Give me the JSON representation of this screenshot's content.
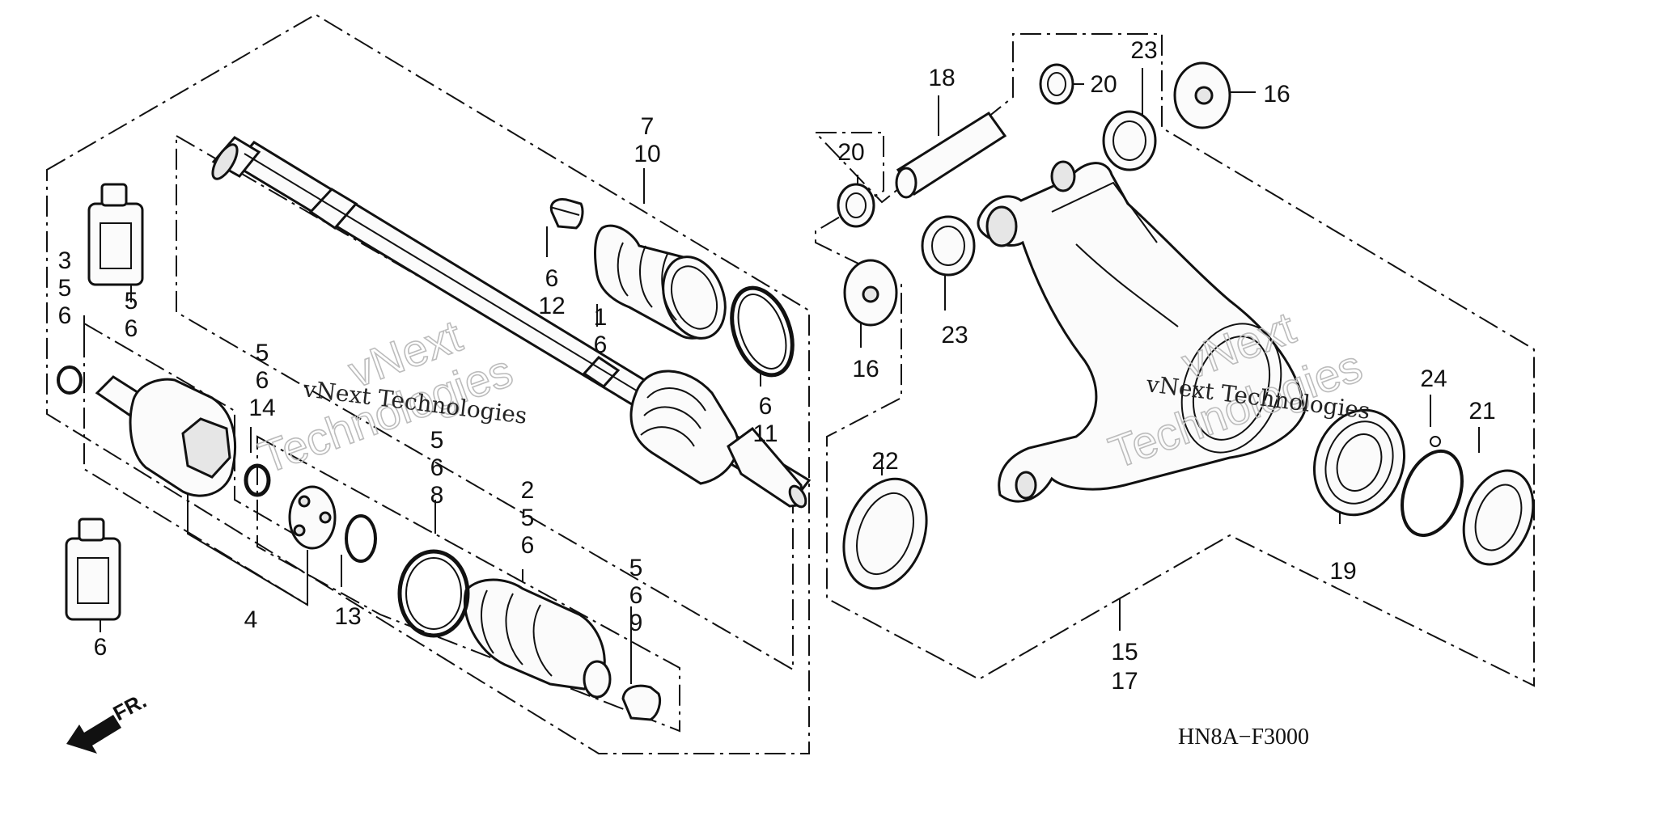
{
  "diagram": {
    "part_code": "HN8A−F3000",
    "front_marker": "FR.",
    "watermark": {
      "line1": "vNext",
      "line2": "Technologies",
      "caption": "vNext Technologies"
    },
    "callouts": {
      "c_3_5_6": [
        "3",
        "5",
        "6"
      ],
      "c_5_6_bottle": [
        "5",
        "6"
      ],
      "c_6_bottle": [
        "6"
      ],
      "c_4": [
        "4"
      ],
      "c_5_6_14": [
        "5",
        "6",
        "14"
      ],
      "c_13": [
        "13"
      ],
      "c_5_6_8": [
        "5",
        "6",
        "8"
      ],
      "c_2_5_6": [
        "2",
        "5",
        "6"
      ],
      "c_5_6_9": [
        "5",
        "6",
        "9"
      ],
      "c_7_10": [
        "7",
        "10"
      ],
      "c_6_12": [
        "6",
        "12"
      ],
      "c_1_6": [
        "1",
        "6"
      ],
      "c_6_11": [
        "6",
        "11"
      ],
      "c_18": [
        "18"
      ],
      "c_20_top": [
        "20"
      ],
      "c_20_left": [
        "20"
      ],
      "c_23_top": [
        "23"
      ],
      "c_23_left": [
        "23"
      ],
      "c_16_top": [
        "16"
      ],
      "c_16_left": [
        "16"
      ],
      "c_22": [
        "22"
      ],
      "c_15_17": [
        "15",
        "17"
      ],
      "c_19": [
        "19"
      ],
      "c_24": [
        "24"
      ],
      "c_21": [
        "21"
      ]
    }
  }
}
